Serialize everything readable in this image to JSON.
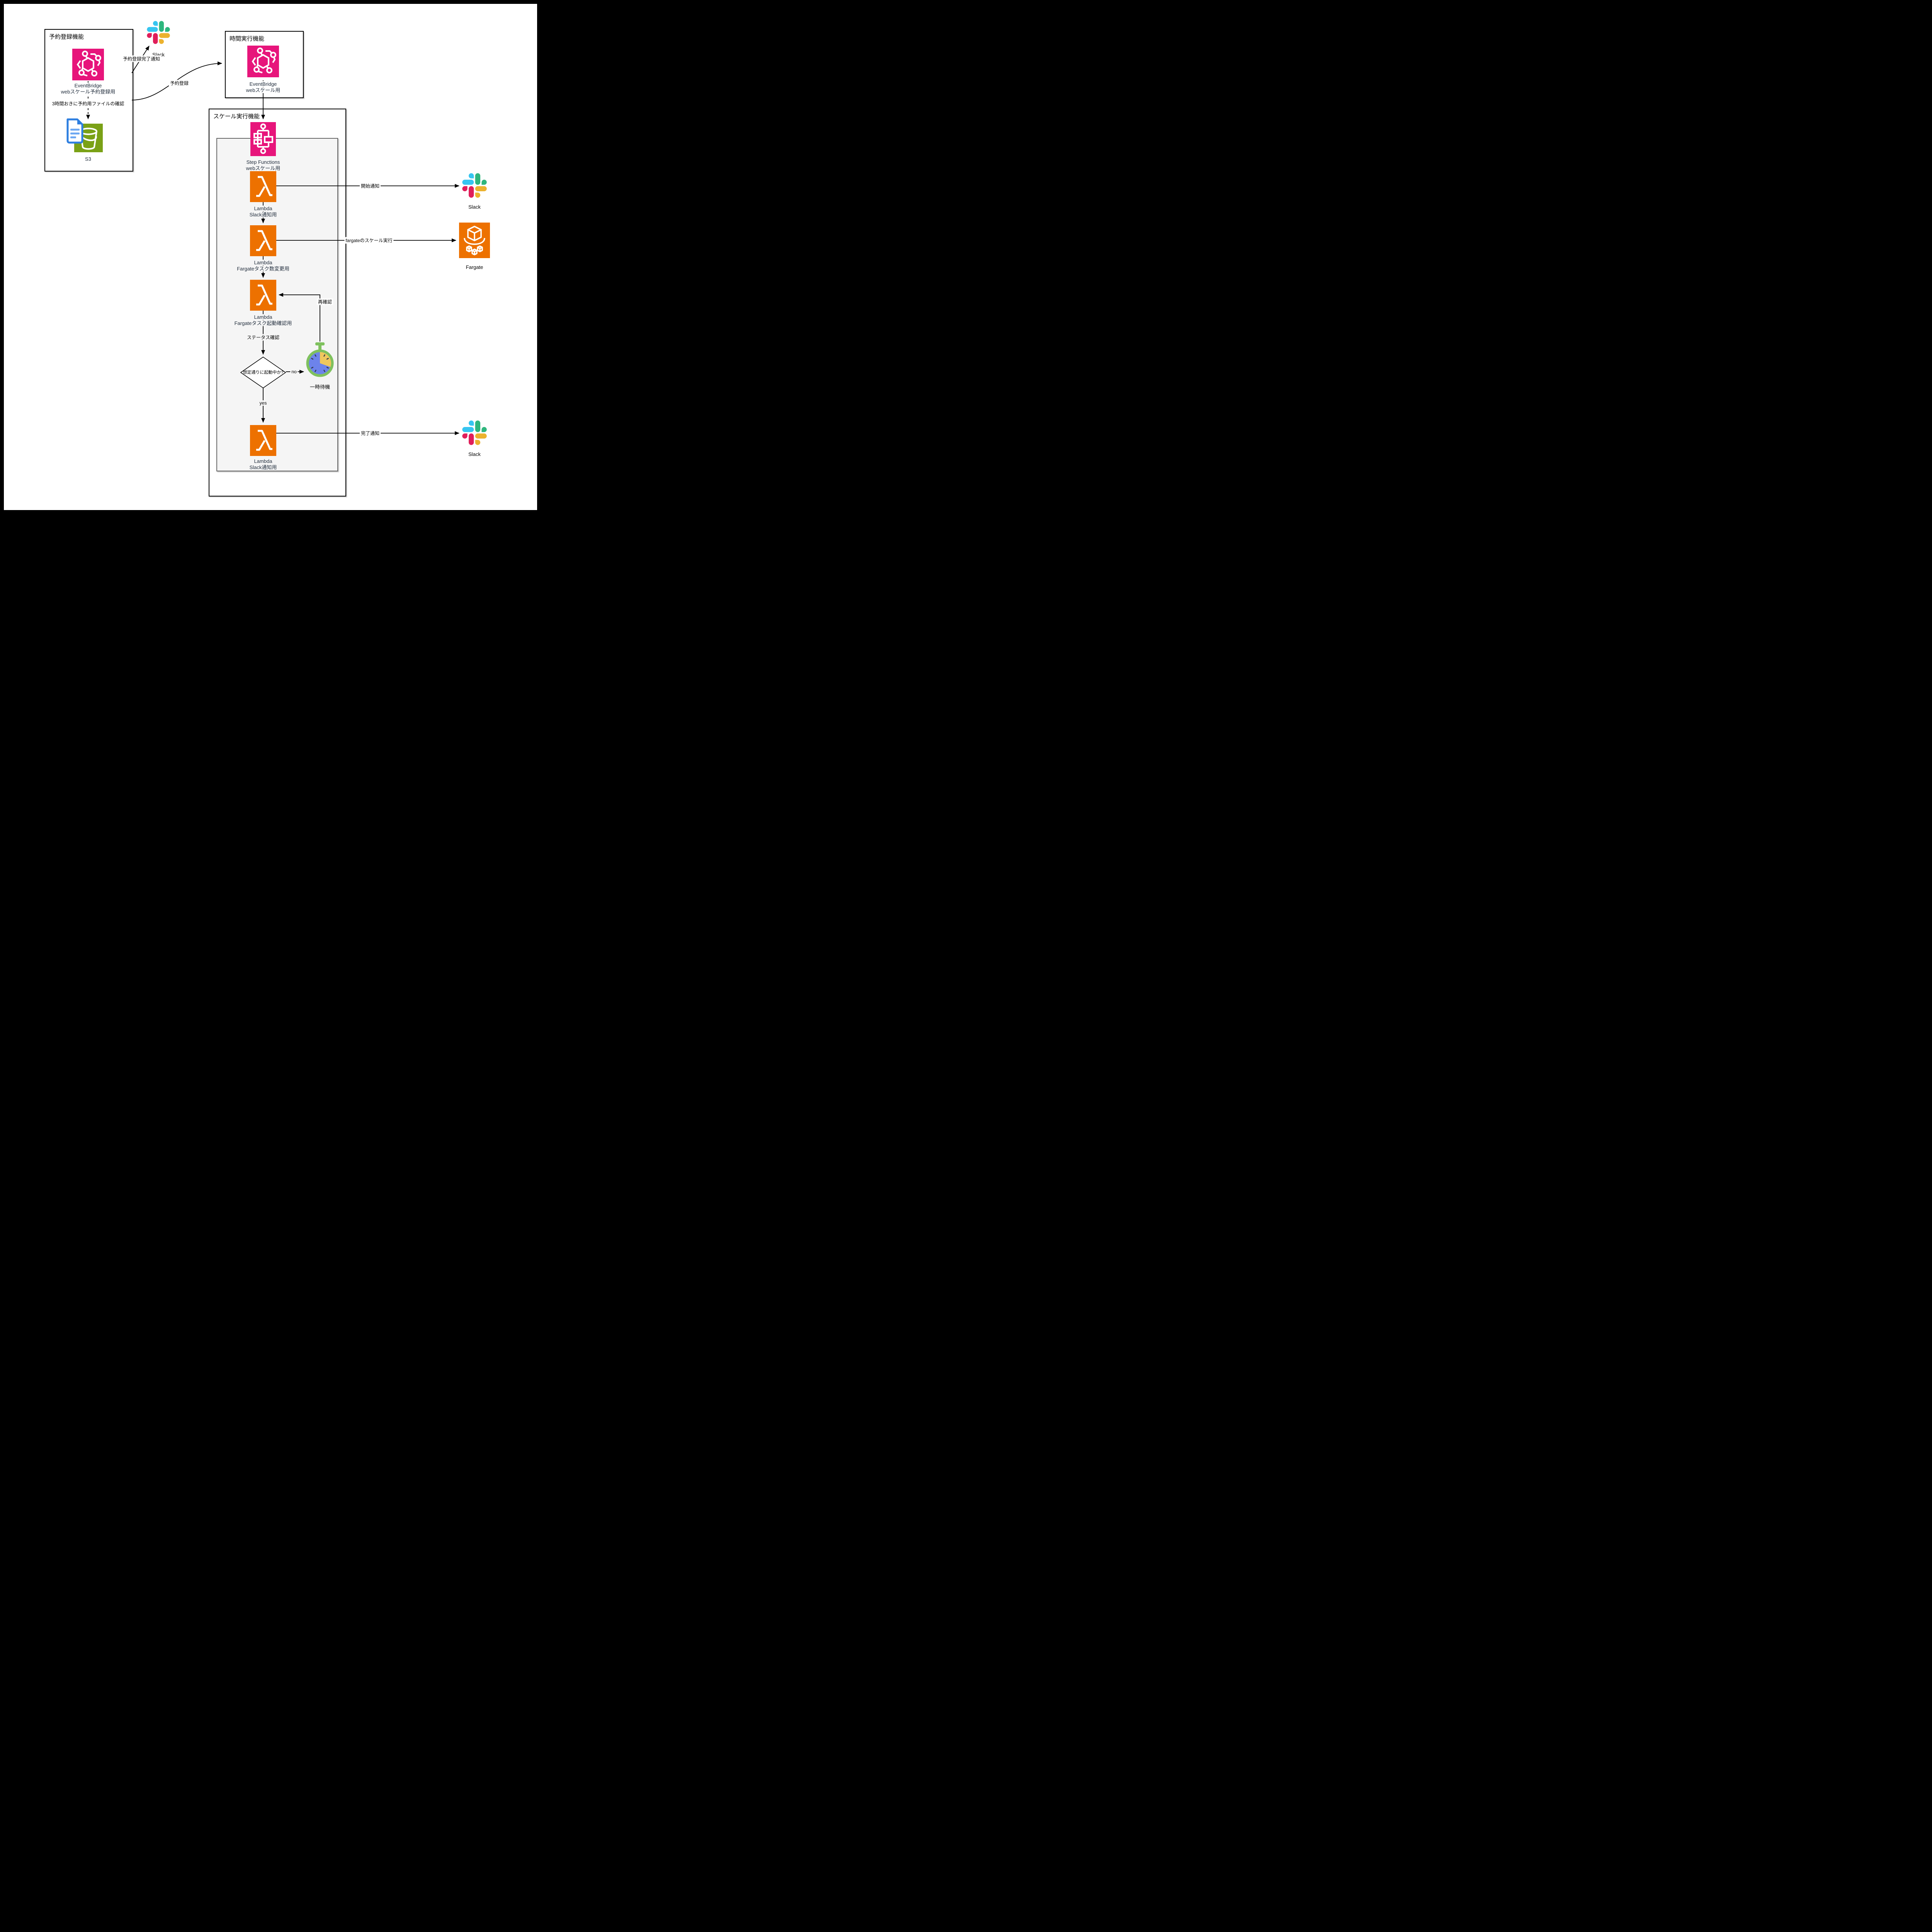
{
  "groups": {
    "reservation": {
      "title": "予約登録機能"
    },
    "schedule": {
      "title": "時間実行機能"
    },
    "scale": {
      "title": "スケール実行機能"
    }
  },
  "nodes": {
    "eventbridge_reg": {
      "line1": "EventBridge",
      "line2": "webスケール予約登録用"
    },
    "s3": {
      "label": "S3"
    },
    "slack_top": {
      "label": "Slack"
    },
    "eventbridge_web": {
      "line1": "EventBridge",
      "line2": "webスケール用"
    },
    "step_functions": {
      "line1": "Step Functions",
      "line2": "webスケール用"
    },
    "lambda_notify_start": {
      "line1": "Lambda",
      "line2": "Slack通知用"
    },
    "lambda_fargate_change": {
      "line1": "Lambda",
      "line2": "Fargateタスク数変更用"
    },
    "lambda_fargate_check": {
      "line1": "Lambda",
      "line2": "Fargateタスク起動確認用"
    },
    "decision": {
      "label": "想定通りに起動中か?"
    },
    "timer": {
      "label": "一時待機"
    },
    "lambda_notify_done": {
      "line1": "Lambda",
      "line2": "Slack通知用"
    },
    "slack_right": {
      "label": "Slack"
    },
    "fargate": {
      "label": "Fargate"
    },
    "slack_bottom": {
      "label": "Slack"
    }
  },
  "edges": {
    "reg_complete": "予約登録完了通知",
    "reg": "予約登録",
    "file_check": "3時間おきに予約用ファイルの確認",
    "start_notify": "開始通知",
    "fargate_scale": "fargateのスケール実行",
    "recheck": "再確認",
    "status_check": "ステータス確認",
    "no": "no",
    "yes": "yes",
    "done_notify": "完了通知"
  },
  "colors": {
    "pink": "#E7157B",
    "orange": "#ED7100",
    "green": "#7AA116",
    "doc_border": "#2E7FE0",
    "doc_lines": "#6FA9F2",
    "panel": "#F5F5F5",
    "panel_border": "#666666",
    "label": "#232F3E",
    "slack_blue": "#36C5F0",
    "slack_green": "#2EB67D",
    "slack_red": "#E01E5A",
    "slack_yellow": "#ECB22E",
    "timer_ring": "#7FC15E",
    "timer_face": "#6D83EB",
    "timer_wedge": "#EFC75D"
  }
}
